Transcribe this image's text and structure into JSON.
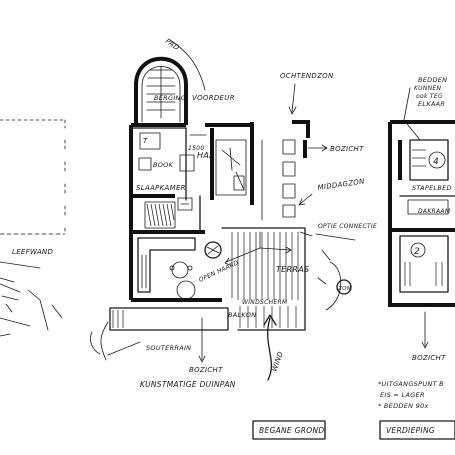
{
  "labels": {
    "pad": "PAD",
    "berging": "BERGING",
    "voordeur": "VOORDEUR",
    "ochtendzon": "OCHTENDZON",
    "hal": "HAL",
    "hal_size": "1500",
    "book": "BOOK",
    "bozicht_top": "BOZICHT",
    "slaapkamer": "SLAAPKAMER",
    "middagzon": "MIDDAGZON",
    "optie_connectie": "OPTIE CONNECTIE",
    "terras": "TERRAS",
    "open_haard": "OPEN HAARD",
    "windscherm": "WINDSCHERM",
    "balkon": "BALKON",
    "souterrain": "SOUTERRAIN",
    "bozicht_bottom": "BOZICHT",
    "kunstmatige_duinpan": "KUNSTMATIGE DUINPAN",
    "wind": "WIND",
    "zon": "ZON",
    "begane_grond": "BEGANE GROND",
    "leefwand": "LEEFWAND",
    "bedden_line1": "BEDDEN",
    "bedden_line2": "KUNNEN",
    "bedden_line3": "ook TEG",
    "bedden_line4": "ELKAAR",
    "stapelbed": "STAPELBED",
    "dakraam": "DAKRAAM",
    "bozicht_right": "BOZICHT",
    "note_line1": "*UITGANGSPUNT B",
    "note_line2": "EIS = LAGER",
    "note_line3": "* BEDDEN 90x",
    "verdieping": "VERDIEPING",
    "room_4": "4",
    "room_2": "2"
  }
}
